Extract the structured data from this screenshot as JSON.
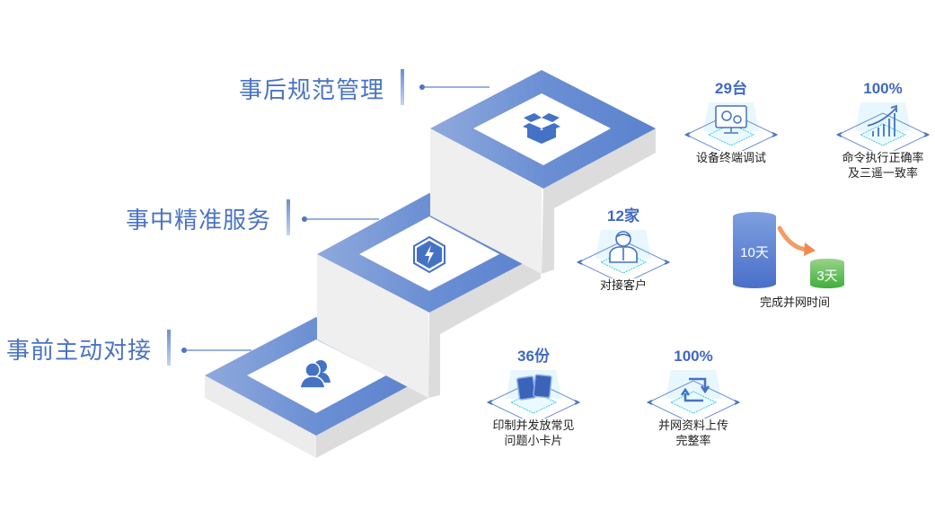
{
  "stages": [
    {
      "label": "事后规范管理",
      "icon": "open-box-icon"
    },
    {
      "label": "事中精准服务",
      "icon": "lightning-hexagon-icon"
    },
    {
      "label": "事前主动对接",
      "icon": "users-icon"
    }
  ],
  "stats": [
    {
      "value": "29台",
      "caption": [
        "设备终端调试"
      ],
      "icon": "monitor-gears-icon"
    },
    {
      "value": "100%",
      "caption": [
        "命令执行正确率",
        "及三遥一致率"
      ],
      "icon": "rising-chart-icon"
    },
    {
      "value": "12家",
      "caption": [
        "对接客户"
      ],
      "icon": "customer-person-icon"
    },
    {
      "value": "36份",
      "caption": [
        "印制并发放常见",
        "问题小卡片"
      ],
      "icon": "cards-icon"
    },
    {
      "value": "100%",
      "caption": [
        "并网资料上传",
        "完整率"
      ],
      "icon": "sync-arrows-icon"
    }
  ],
  "time_compare": {
    "before": "10天",
    "after": "3天",
    "caption": "完成并网时间",
    "colors": {
      "before": "#5a7fd0",
      "after": "#4cb548",
      "arrow": "#f08a4b"
    }
  },
  "colors": {
    "accent": "#5b82cf",
    "label": "#4a73c2",
    "step_side": "#efefef"
  }
}
